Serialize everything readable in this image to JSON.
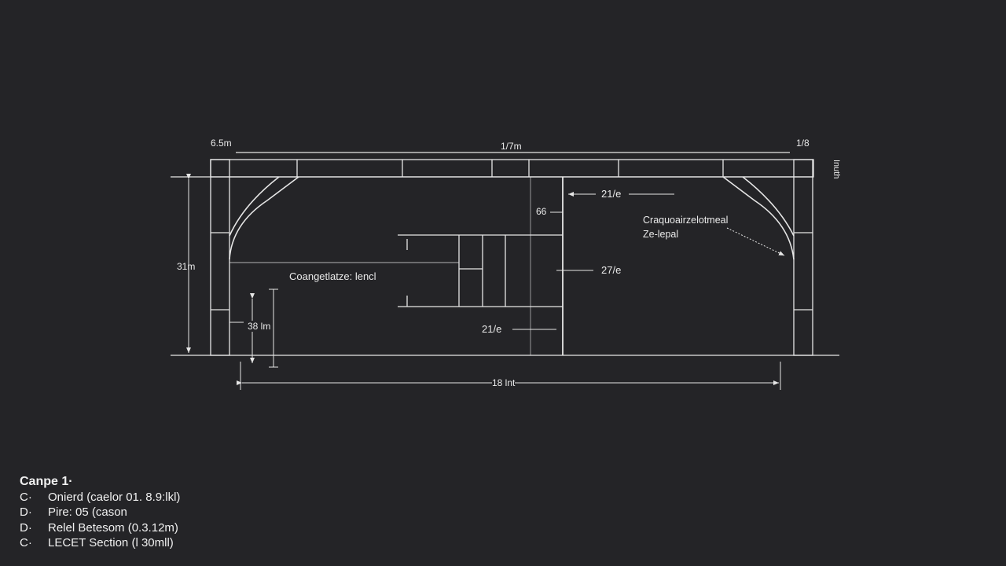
{
  "drawing": {
    "labels": {
      "top_left": "6.5m",
      "top_center": "1/7m",
      "top_right": "1/8",
      "right_vertical": "Inuth",
      "height_left": "31m",
      "span_bottom": "18 lnt",
      "dim_a": "21/e",
      "dim_66": "66",
      "dim_b": "27/e",
      "dim_c": "21/e",
      "callout_right_1": "Craquoairzelotmeal",
      "callout_right_2": "Ze-lepal",
      "callout_center": "Coangetlatze: lencl",
      "dim_small": "38 lm"
    },
    "line_color": "#e6e6e6",
    "background": "#242427"
  },
  "legend": {
    "title": "Canpe 1·",
    "items": [
      {
        "key": "C·",
        "text": "Onierd (caelor 01. 8.9:lkl)"
      },
      {
        "key": "D·",
        "text": "Pire: 05 (cason"
      },
      {
        "key": "D·",
        "text": "Relel Betesom (0.3.12m)"
      },
      {
        "key": "C·",
        "text": "LECET Section (l 30mll)"
      }
    ]
  }
}
